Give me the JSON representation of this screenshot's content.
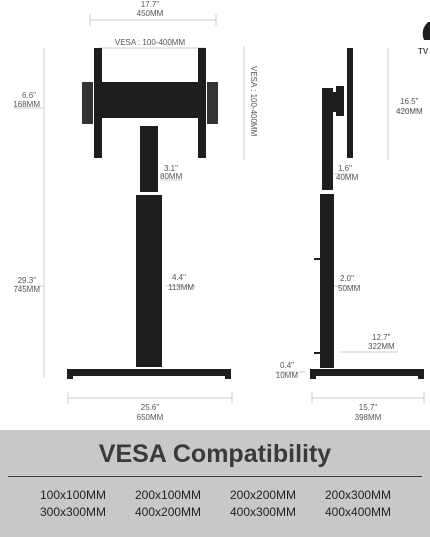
{
  "top_width": {
    "inch": "17.7\"",
    "mm": "450MM"
  },
  "vesa_horizontal": "VESA : 100-400MM",
  "vesa_vertical": "VESA : 100-400MM",
  "mount_height": {
    "inch": "6.6\"",
    "mm": "168MM"
  },
  "neck_width": {
    "inch": "3.1\"",
    "mm": "80MM"
  },
  "column_height": {
    "inch": "29.3\"",
    "mm": "745MM"
  },
  "column_width": {
    "inch": "4.4\"",
    "mm": "113MM"
  },
  "base_width": {
    "inch": "25.6\"",
    "mm": "650MM"
  },
  "side_height": {
    "inch": "16.5\"",
    "mm": "420MM"
  },
  "side_neck": {
    "inch": "1.6\"",
    "mm": "40MM"
  },
  "side_column": {
    "inch": "2.0\"",
    "mm": "50MM"
  },
  "side_offset": {
    "inch": "12.7\"",
    "mm": "322MM"
  },
  "side_base_height": {
    "inch": "0.4\"",
    "mm": "10MM"
  },
  "side_base_depth": {
    "inch": "15.7\"",
    "mm": "398MM"
  },
  "corner_label": "TV",
  "vesa": {
    "title": "VESA Compatibility",
    "rows": [
      [
        "100x100MM",
        "200x100MM",
        "200x200MM",
        "200x300MM"
      ],
      [
        "300x300MM",
        "400x200MM",
        "400x300MM",
        "400x400MM"
      ]
    ]
  }
}
